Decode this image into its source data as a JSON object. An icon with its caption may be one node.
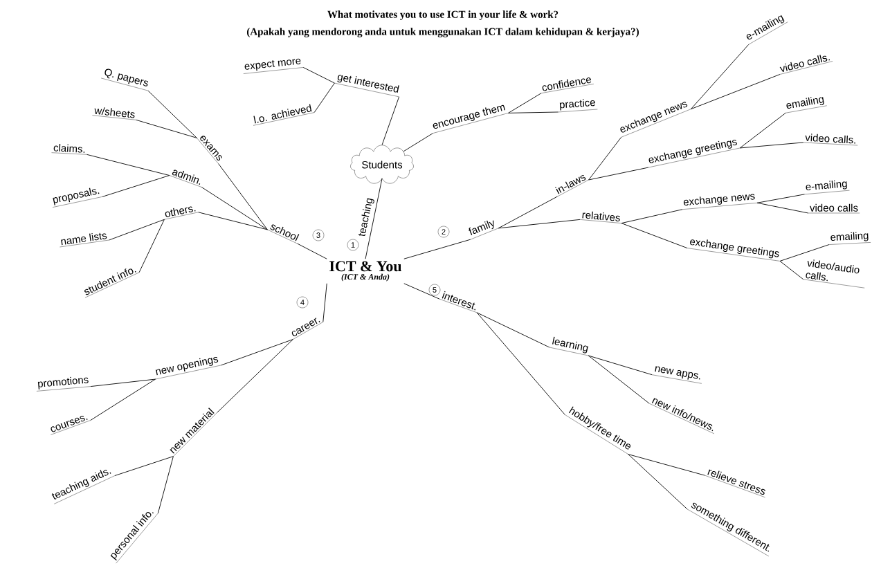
{
  "diagram": {
    "title": "What motivates you to use ICT in your life & work?",
    "nodes": [
      {
        "text": [
          "ICT & You",
          "(ICT & Anda)"
        ]
      },
      {
        "text": [
          "Students"
        ]
      },
      {
        "text": [
          "get interested"
        ]
      },
      {
        "text": [
          "expect more"
        ]
      },
      {
        "text": [
          "l.o. achieved"
        ]
      },
      {
        "text": [
          "encourage them"
        ]
      },
      {
        "text": [
          "confidence"
        ]
      },
      {
        "text": [
          "practice"
        ]
      },
      {
        "text": [
          "family"
        ]
      },
      {
        "text": [
          "in-laws"
        ]
      },
      {
        "text": [
          "exchange news"
        ]
      },
      {
        "text": [
          "e-mailing"
        ]
      },
      {
        "text": [
          "video calls."
        ]
      },
      {
        "text": [
          "exchange greetings"
        ]
      },
      {
        "text": [
          "emailing"
        ]
      },
      {
        "text": [
          "video calls."
        ]
      },
      {
        "text": [
          "relatives"
        ]
      },
      {
        "text": [
          "exchange news"
        ]
      },
      {
        "text": [
          "e-mailing"
        ]
      },
      {
        "text": [
          "video calls"
        ]
      },
      {
        "text": [
          "exchange greetings"
        ]
      },
      {
        "text": [
          "emailing"
        ]
      },
      {
        "text": [
          "video/audio calls."
        ]
      },
      {
        "text": [
          "school"
        ]
      },
      {
        "text": [
          "exams"
        ]
      },
      {
        "text": [
          "Q. papers"
        ]
      },
      {
        "text": [
          "w/sheets"
        ]
      },
      {
        "text": [
          "admin."
        ]
      },
      {
        "text": [
          "claims."
        ]
      },
      {
        "text": [
          "proposals."
        ]
      },
      {
        "text": [
          "others."
        ]
      },
      {
        "text": [
          "name lists"
        ]
      },
      {
        "text": [
          "student info."
        ]
      },
      {
        "text": [
          "career."
        ]
      },
      {
        "text": [
          "new openings"
        ]
      },
      {
        "text": [
          "promotions"
        ]
      },
      {
        "text": [
          "courses."
        ]
      },
      {
        "text": [
          "new material"
        ]
      },
      {
        "text": [
          "teaching aids."
        ]
      },
      {
        "text": [
          "personal info."
        ]
      },
      {
        "text": [
          "interest."
        ]
      },
      {
        "text": [
          "learning"
        ]
      },
      {
        "text": [
          "new apps."
        ]
      },
      {
        "text": [
          "new info/news."
        ]
      },
      {
        "text": [
          "hobby/free time"
        ]
      },
      {
        "text": [
          "relieve stress"
        ]
      },
      {
        "text": [
          "something different."
        ]
      }
    ],
    "edges": [
      {
        "from": 0,
        "to": 1,
        "arrow": "none",
        "label": "teaching"
      },
      {
        "from": 1,
        "to": 2,
        "arrow": "none"
      },
      {
        "from": 2,
        "to": 3,
        "arrow": "none"
      },
      {
        "from": 2,
        "to": 4,
        "arrow": "none"
      },
      {
        "from": 1,
        "to": 5,
        "arrow": "none"
      },
      {
        "from": 5,
        "to": 6,
        "arrow": "none"
      },
      {
        "from": 5,
        "to": 7,
        "arrow": "none"
      },
      {
        "from": 0,
        "to": 8,
        "arrow": "none"
      },
      {
        "from": 8,
        "to": 9,
        "arrow": "none"
      },
      {
        "from": 9,
        "to": 10,
        "arrow": "none"
      },
      {
        "from": 10,
        "to": 11,
        "arrow": "none"
      },
      {
        "from": 10,
        "to": 12,
        "arrow": "none"
      },
      {
        "from": 9,
        "to": 13,
        "arrow": "none"
      },
      {
        "from": 13,
        "to": 14,
        "arrow": "none"
      },
      {
        "from": 13,
        "to": 15,
        "arrow": "none"
      },
      {
        "from": 8,
        "to": 16,
        "arrow": "none"
      },
      {
        "from": 16,
        "to": 17,
        "arrow": "none"
      },
      {
        "from": 17,
        "to": 18,
        "arrow": "none"
      },
      {
        "from": 17,
        "to": 19,
        "arrow": "none"
      },
      {
        "from": 16,
        "to": 20,
        "arrow": "none"
      },
      {
        "from": 20,
        "to": 21,
        "arrow": "none"
      },
      {
        "from": 20,
        "to": 22,
        "arrow": "none"
      },
      {
        "from": 0,
        "to": 23,
        "arrow": "none"
      },
      {
        "from": 23,
        "to": 24,
        "arrow": "none"
      },
      {
        "from": 24,
        "to": 25,
        "arrow": "none"
      },
      {
        "from": 24,
        "to": 26,
        "arrow": "none"
      },
      {
        "from": 23,
        "to": 27,
        "arrow": "none"
      },
      {
        "from": 27,
        "to": 28,
        "arrow": "none"
      },
      {
        "from": 27,
        "to": 29,
        "arrow": "none"
      },
      {
        "from": 23,
        "to": 30,
        "arrow": "none"
      },
      {
        "from": 30,
        "to": 31,
        "arrow": "none"
      },
      {
        "from": 30,
        "to": 32,
        "arrow": "none"
      },
      {
        "from": 0,
        "to": 33,
        "arrow": "none"
      },
      {
        "from": 33,
        "to": 34,
        "arrow": "none"
      },
      {
        "from": 34,
        "to": 35,
        "arrow": "none"
      },
      {
        "from": 34,
        "to": 36,
        "arrow": "none"
      },
      {
        "from": 33,
        "to": 37,
        "arrow": "none"
      },
      {
        "from": 37,
        "to": 38,
        "arrow": "none"
      },
      {
        "from": 37,
        "to": 39,
        "arrow": "none"
      },
      {
        "from": 0,
        "to": 40,
        "arrow": "none"
      },
      {
        "from": 40,
        "to": 41,
        "arrow": "none"
      },
      {
        "from": 41,
        "to": 42,
        "arrow": "none"
      },
      {
        "from": 41,
        "to": 43,
        "arrow": "none"
      },
      {
        "from": 40,
        "to": 44,
        "arrow": "none"
      },
      {
        "from": 44,
        "to": 45,
        "arrow": "none"
      },
      {
        "from": 44,
        "to": 46,
        "arrow": "none"
      }
    ],
    "labels": [
      "(Apakah yang mendorong anda untuk menggunakan ICT dalam kehidupan & kerjaya?)",
      "3",
      "1",
      "2",
      "4",
      "5"
    ]
  }
}
